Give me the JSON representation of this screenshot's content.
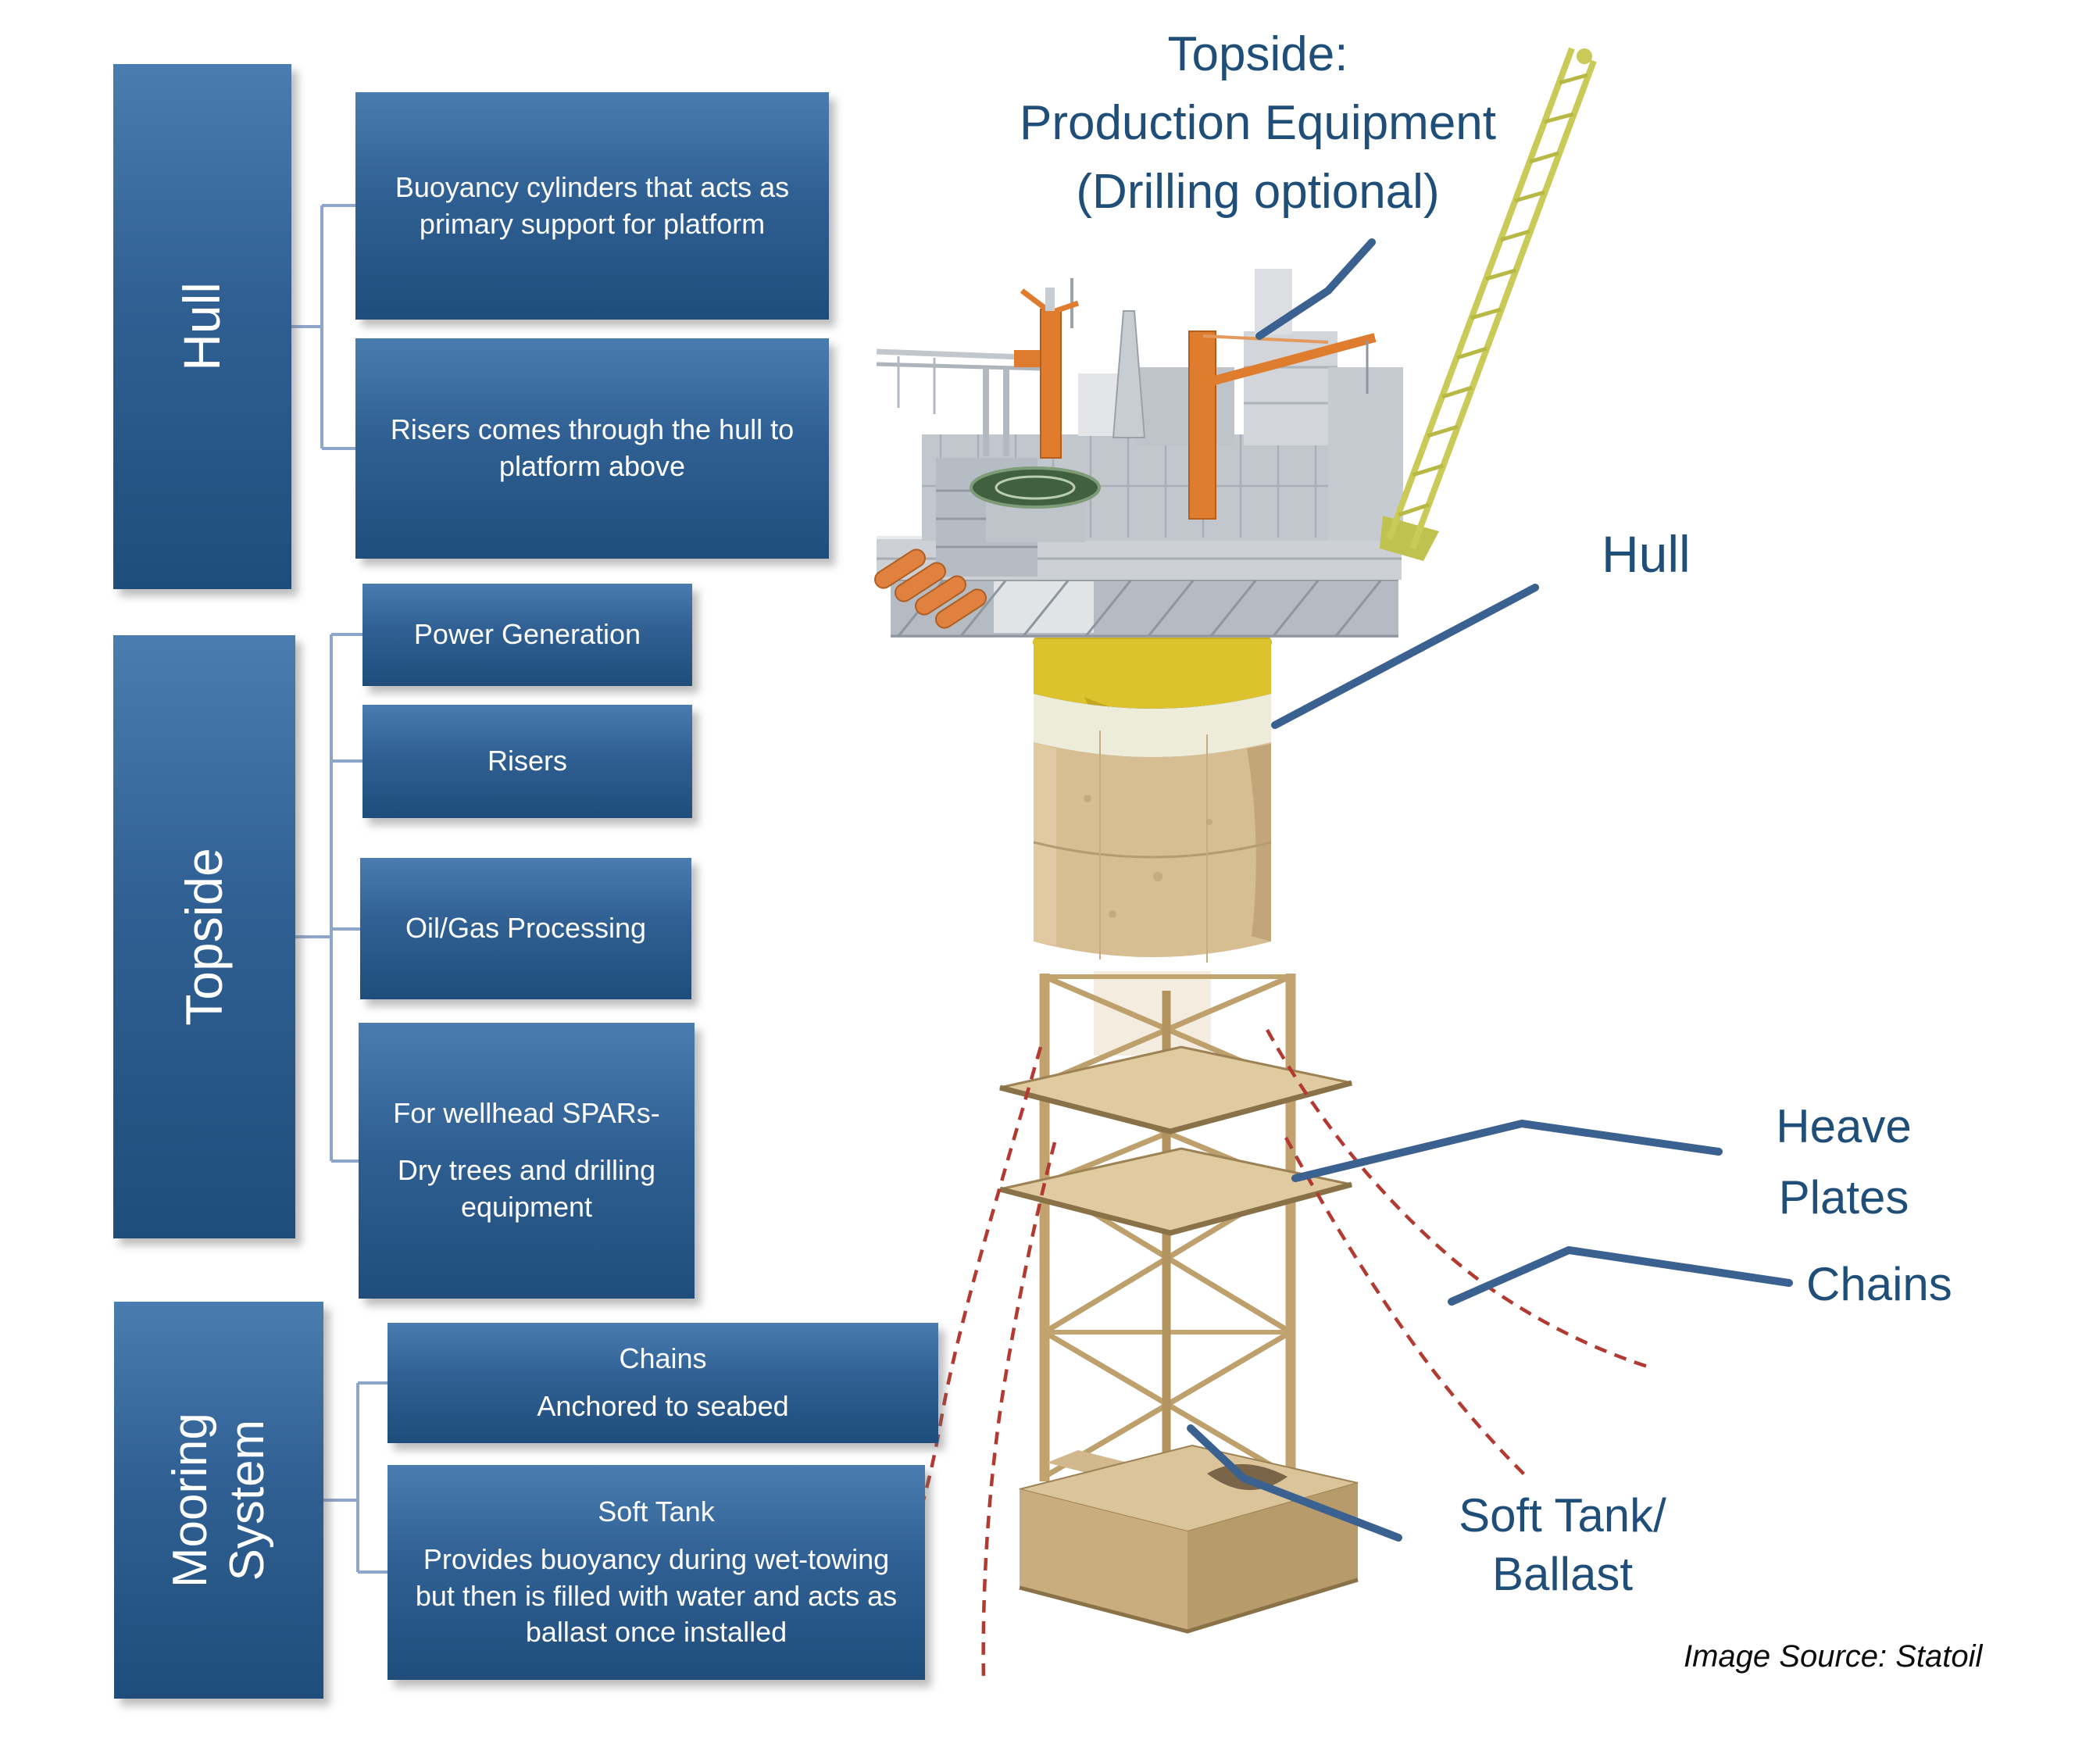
{
  "slide": {
    "background": "#ffffff"
  },
  "palette": {
    "box_top": "#4a7cb0",
    "box_bottom": "#1f4d7b",
    "box_text": "#ffffff",
    "connector": "#8fa6cb",
    "callout": "#3a618f",
    "label_text": "#1f4e79",
    "mooring_line": "#b23a31"
  },
  "hierarchy": {
    "categories": [
      {
        "label": "Hull",
        "label_lines": [
          "Hull"
        ],
        "children": [
          {
            "lines": [
              "Buoyancy cylinders that acts as primary support for platform"
            ]
          },
          {
            "lines": [
              "Risers comes through the hull to platform above"
            ]
          }
        ]
      },
      {
        "label": "Topside",
        "label_lines": [
          "Topside"
        ],
        "children": [
          {
            "lines": [
              "Power Generation"
            ]
          },
          {
            "lines": [
              "Risers"
            ]
          },
          {
            "lines": [
              "Oil/Gas Processing"
            ]
          },
          {
            "lines": [
              "For wellhead SPARs-",
              "Dry trees and drilling equipment"
            ]
          }
        ]
      },
      {
        "label": "Mooring System",
        "label_lines": [
          "Mooring",
          "System"
        ],
        "children": [
          {
            "lines": [
              "Chains",
              "Anchored to seabed"
            ]
          },
          {
            "lines": [
              "Soft Tank",
              "Provides buoyancy during wet-towing but then is filled with water and acts as ballast once installed"
            ]
          }
        ]
      }
    ]
  },
  "labels": {
    "topside_title_1": "Topside:",
    "topside_title_2": "Production Equipment",
    "topside_title_3": "(Drilling optional)",
    "hull": "Hull",
    "heave_1": "Heave",
    "heave_2": "Plates",
    "chains": "Chains",
    "soft_tank_1": "Soft Tank/",
    "soft_tank_2": "Ballast",
    "credit": "Image Source: Statoil"
  }
}
